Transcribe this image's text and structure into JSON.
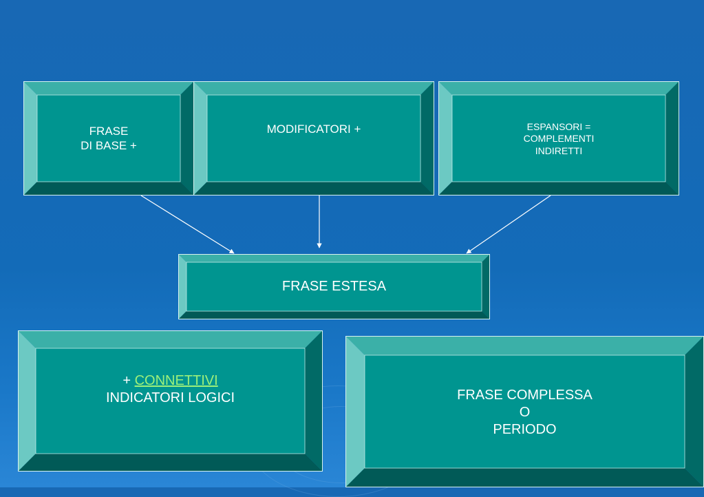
{
  "colors": {
    "background": "#136bb8",
    "box_face": "#009590",
    "bevel_top": "#3bb0a8",
    "bevel_left": "#6cc9c3",
    "bevel_right": "#016a66",
    "bevel_bottom": "#015a57",
    "text": "#ffffff",
    "link": "#9cf07a"
  },
  "boxes": {
    "frase_base": {
      "line1": "FRASE",
      "line2": "DI BASE +"
    },
    "modificatori": {
      "line1": "MODIFICATORI +"
    },
    "espansori": {
      "line1": "ESPANSORI =",
      "line2": "COMPLEMENTI",
      "line3": "INDIRETTI"
    },
    "frase_estesa": {
      "line1": "FRASE ESTESA"
    },
    "connettivi": {
      "prefix": "+ ",
      "link": "CONNETTIVI",
      "line2": "INDICATORI LOGICI"
    },
    "frase_complessa": {
      "line1": "FRASE COMPLESSA",
      "line2": "O",
      "line3": "PERIODO"
    }
  }
}
